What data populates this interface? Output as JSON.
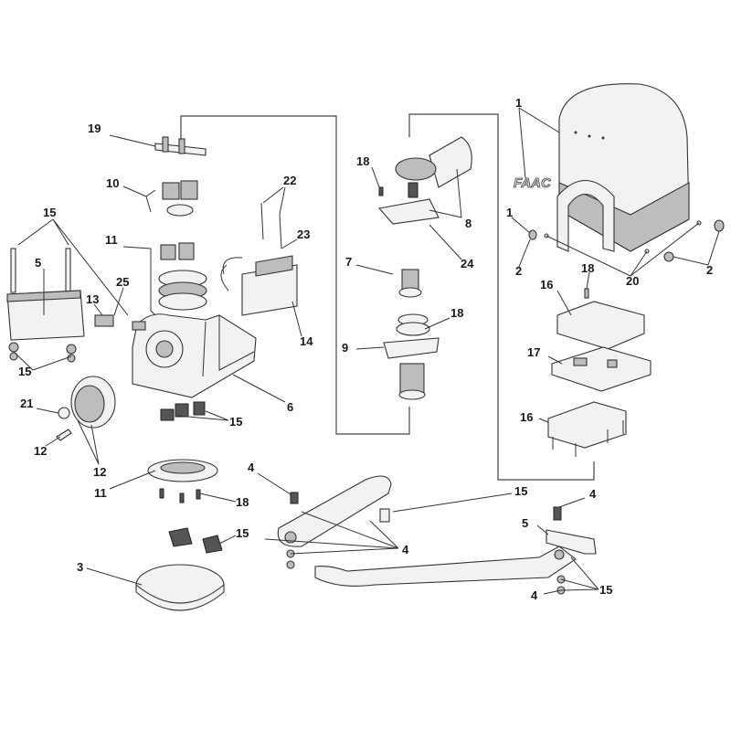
{
  "diagram": {
    "title": "Exploded parts view",
    "logo_text": "FAAC",
    "labels": [
      "19",
      "10",
      "22",
      "23",
      "15",
      "11",
      "5",
      "25",
      "13",
      "14",
      "15",
      "6",
      "21",
      "15",
      "12",
      "12",
      "11",
      "18",
      "4",
      "15",
      "3",
      "18",
      "8",
      "24",
      "7",
      "18",
      "9",
      "1",
      "1",
      "2",
      "20",
      "2",
      "18",
      "16",
      "17",
      "16",
      "15",
      "4",
      "5",
      "4",
      "15",
      "4"
    ]
  }
}
